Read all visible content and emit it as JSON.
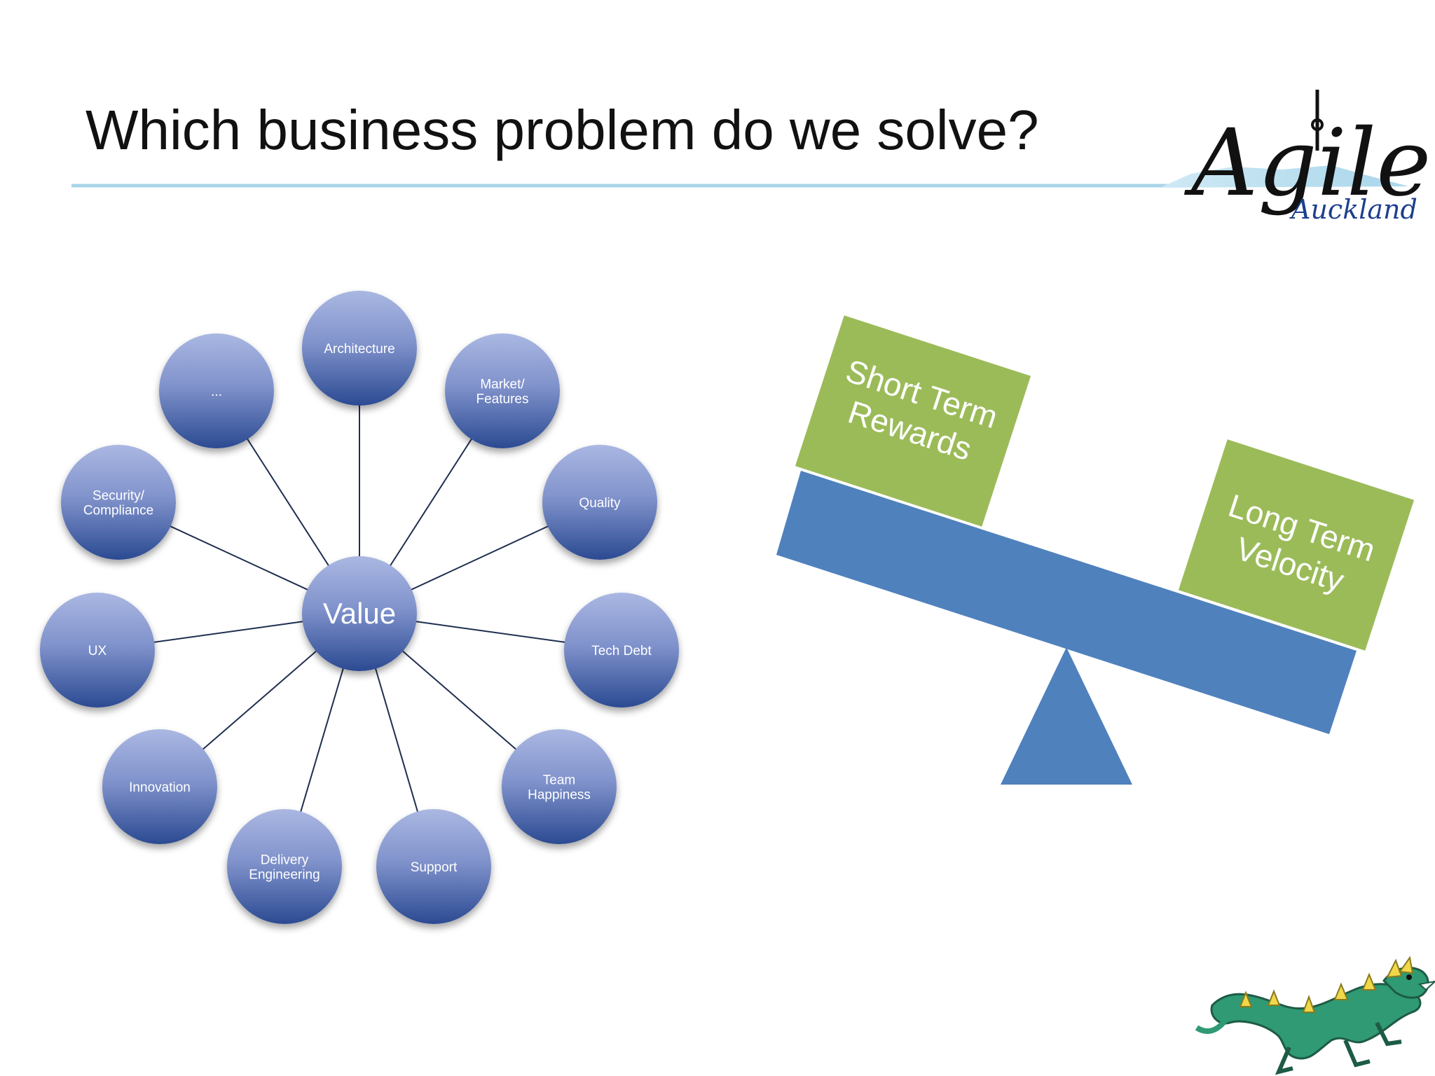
{
  "slide": {
    "title": "Which business problem do we solve?"
  },
  "logo": {
    "main_text": "Agile",
    "sub_text": "Auckland"
  },
  "value_wheel": {
    "center_label": "Value",
    "nodes": [
      [
        "Architecture"
      ],
      [
        "Market/",
        "Features"
      ],
      [
        "Quality"
      ],
      [
        "Tech Debt"
      ],
      [
        "Team",
        "Happiness"
      ],
      [
        "Support"
      ],
      [
        "Delivery",
        "Engineering"
      ],
      [
        "Innovation"
      ],
      [
        "UX"
      ],
      [
        "Security/",
        "Compliance"
      ],
      [
        "..."
      ]
    ]
  },
  "seesaw": {
    "left_box": [
      "Short Term",
      "Rewards"
    ],
    "right_box": [
      "Long Term",
      "Velocity"
    ]
  },
  "colors": {
    "title_rule": "#a8d4e8",
    "node_light": "#a9b6e0",
    "node_dark": "#2c4b92",
    "spoke": "#1f2f4f",
    "box_green": "#9bbb59",
    "beam_blue": "#4f81bd",
    "dragon_green": "#2f9a73"
  }
}
